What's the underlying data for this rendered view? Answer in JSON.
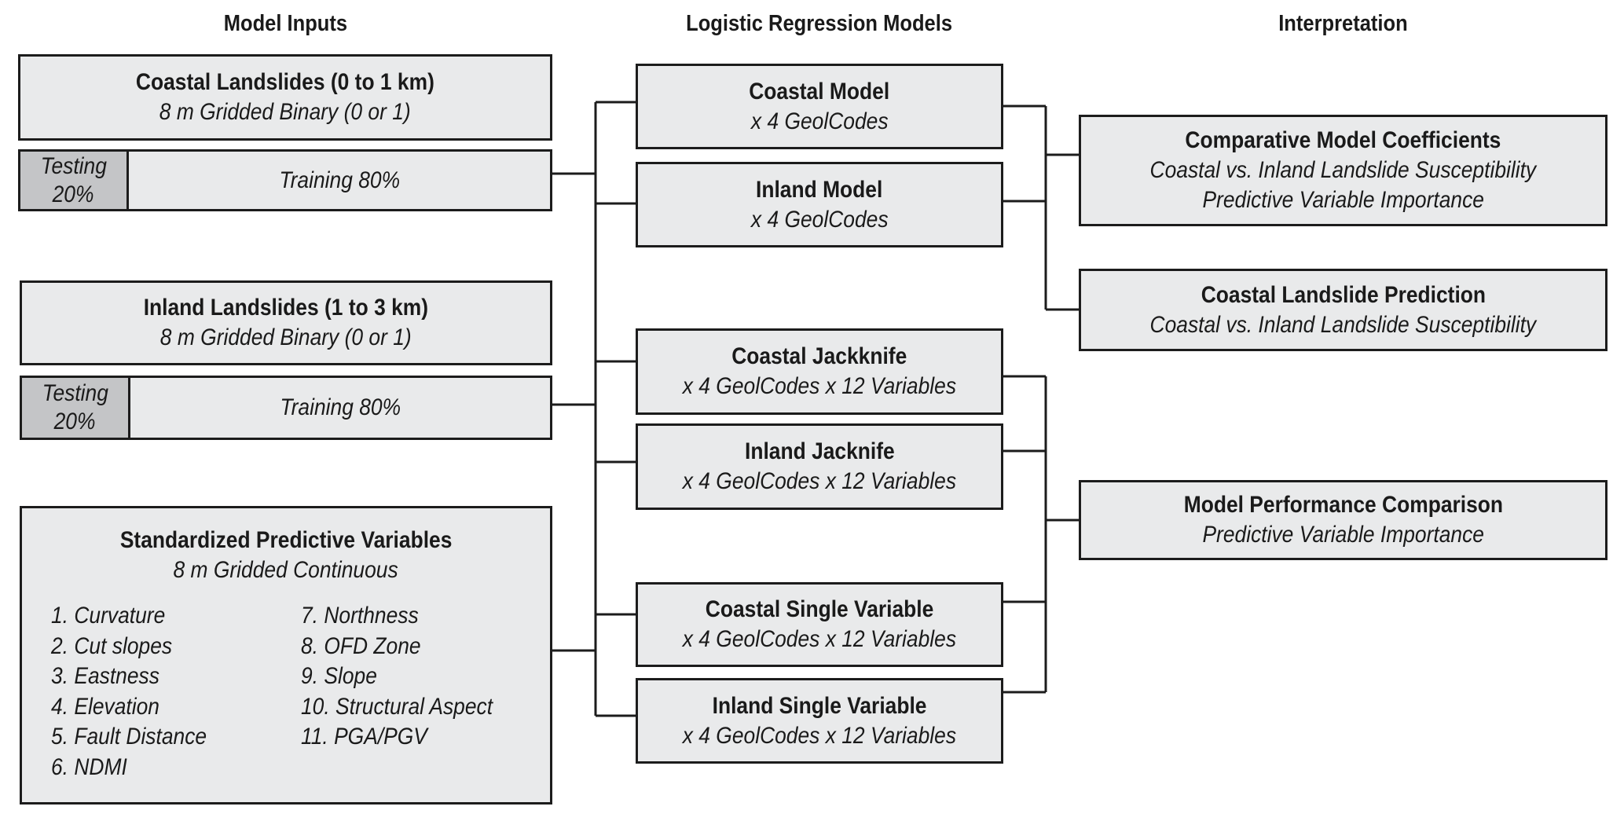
{
  "headers": {
    "inputs": "Model Inputs",
    "models": "Logistic Regression Models",
    "interpretation": "Interpretation"
  },
  "inputs": {
    "coastal": {
      "title": "Coastal Landslides (0 to 1 km)",
      "subtitle": "8 m Gridded Binary (0 or 1)",
      "testing_label": "Testing",
      "testing_pct": "20%",
      "training": "Training 80%"
    },
    "inland": {
      "title": "Inland Landslides (1 to 3 km)",
      "subtitle": "8 m Gridded Binary (0 or 1)",
      "testing_label": "Testing",
      "testing_pct": "20%",
      "training": "Training 80%"
    },
    "variables": {
      "title": "Standardized Predictive Variables",
      "subtitle": "8 m Gridded Continuous",
      "column1": [
        "1. Curvature",
        "2. Cut slopes",
        "3. Eastness",
        "4. Elevation",
        "5. Fault Distance",
        "6. NDMI"
      ],
      "column2": [
        "7. Northness",
        "8. OFD Zone",
        "9. Slope",
        "10. Structural Aspect",
        "11. PGA/PGV"
      ]
    }
  },
  "models": [
    {
      "title": "Coastal Model",
      "subtitle": "x 4 GeolCodes"
    },
    {
      "title": "Inland Model",
      "subtitle": "x 4 GeolCodes"
    },
    {
      "title": "Coastal Jackknife",
      "subtitle": "x 4 GeolCodes x 12 Variables"
    },
    {
      "title": "Inland Jacknife",
      "subtitle": "x 4 GeolCodes x 12 Variables"
    },
    {
      "title": "Coastal Single Variable",
      "subtitle": "x 4 GeolCodes x 12 Variables"
    },
    {
      "title": "Inland Single Variable",
      "subtitle": "x 4 GeolCodes x 12 Variables"
    }
  ],
  "interpretation": [
    {
      "title": "Comparative Model Coefficients",
      "lines": [
        "Coastal vs. Inland Landslide Susceptibility",
        "Predictive Variable Importance"
      ]
    },
    {
      "title": "Coastal Landslide Prediction",
      "lines": [
        "Coastal vs. Inland Landslide Susceptibility"
      ]
    },
    {
      "title": "Model Performance Comparison",
      "lines": [
        "Predictive Variable Importance"
      ]
    }
  ],
  "colors": {
    "box_fill": "#e9eaeb",
    "testing_fill": "#c4c5c7",
    "stroke": "#1c1c1c"
  }
}
